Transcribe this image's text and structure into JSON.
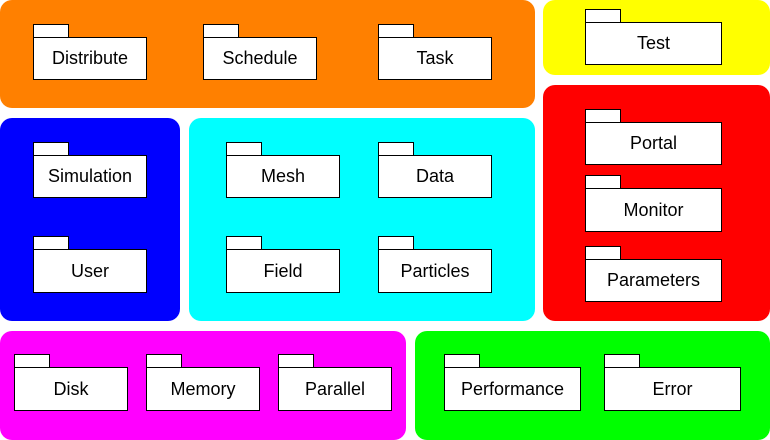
{
  "colors": {
    "orange": "#ff8000",
    "yellow": "#ffff00",
    "blue": "#0000ff",
    "cyan": "#00ffff",
    "red": "#ff0000",
    "magenta": "#ff00ff",
    "green": "#00ff00"
  },
  "packages": {
    "distribute": "Distribute",
    "schedule": "Schedule",
    "task": "Task",
    "test": "Test",
    "simulation": "Simulation",
    "user": "User",
    "mesh": "Mesh",
    "data": "Data",
    "field": "Field",
    "particles": "Particles",
    "portal": "Portal",
    "monitor": "Monitor",
    "parameters": "Parameters",
    "disk": "Disk",
    "memory": "Memory",
    "parallel": "Parallel",
    "performance": "Performance",
    "error": "Error"
  }
}
